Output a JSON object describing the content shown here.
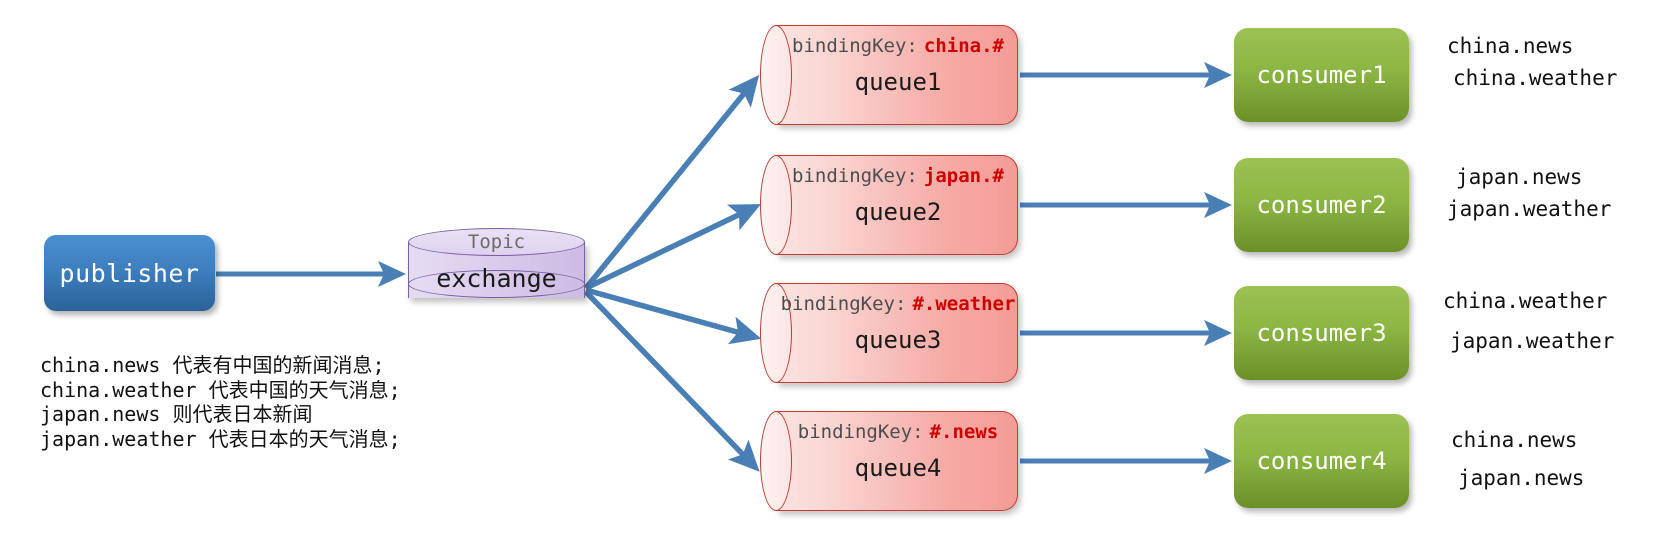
{
  "diagram": {
    "title": "RabbitMQ Topic Exchange routing diagram",
    "colors": {
      "publisher": "#3d7fbf",
      "exchange": "#d9cbe8",
      "queue": "#f6a9a4",
      "queue_border": "#c23b32",
      "consumer": "#8cb643",
      "arrow": "#4a7fb5",
      "binding_key_value": "#cc0000",
      "binding_key_label": "#4d4d4d"
    }
  },
  "publisher": {
    "label": "publisher"
  },
  "exchange": {
    "type_label": "Topic",
    "label": "exchange"
  },
  "queues": [
    {
      "binding_label": "bindingKey:",
      "binding_value": "china.#",
      "name": "queue1"
    },
    {
      "binding_label": "bindingKey:",
      "binding_value": "japan.#",
      "name": "queue2"
    },
    {
      "binding_label": "bindingKey:",
      "binding_value": "#.weather",
      "name": "queue3"
    },
    {
      "binding_label": "bindingKey:",
      "binding_value": "#.news",
      "name": "queue4"
    }
  ],
  "consumers": [
    {
      "label": "consumer1",
      "routing_keys": [
        "china.news",
        "china.weather"
      ]
    },
    {
      "label": "consumer2",
      "routing_keys": [
        "japan.news",
        "japan.weather"
      ]
    },
    {
      "label": "consumer3",
      "routing_keys": [
        "china.weather",
        "japan.weather"
      ]
    },
    {
      "label": "consumer4",
      "routing_keys": [
        "china.news",
        "japan.news"
      ]
    }
  ],
  "legend": {
    "lines": [
      "china.news 代表有中国的新闻消息;",
      "china.weather 代表中国的天气消息;",
      "japan.news 则代表日本新闻",
      "japan.weather 代表日本的天气消息;"
    ]
  }
}
